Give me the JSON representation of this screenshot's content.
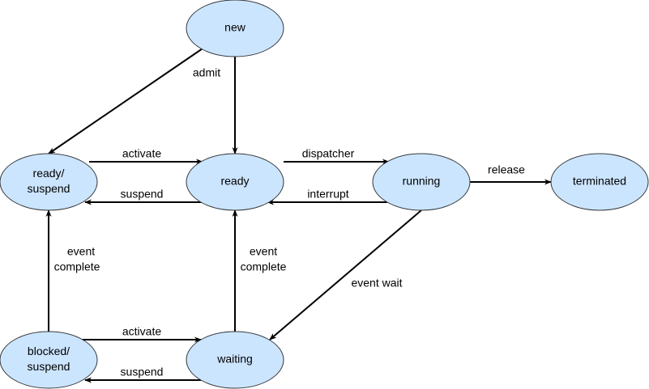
{
  "nodes": {
    "new": {
      "lines": [
        "new"
      ]
    },
    "ready": {
      "lines": [
        "ready"
      ]
    },
    "running": {
      "lines": [
        "running"
      ]
    },
    "terminated": {
      "lines": [
        "terminated"
      ]
    },
    "ready_suspend": {
      "lines": [
        "ready/",
        "suspend"
      ]
    },
    "waiting": {
      "lines": [
        "waiting"
      ]
    },
    "blocked_suspend": {
      "lines": [
        "blocked/",
        "suspend"
      ]
    }
  },
  "edges": [
    {
      "id": "new-to-ready-suspend",
      "from": "new",
      "to": "ready_suspend",
      "label": []
    },
    {
      "id": "admit",
      "from": "new",
      "to": "ready",
      "label": [
        "admit"
      ]
    },
    {
      "id": "activate-top",
      "from": "ready_suspend",
      "to": "ready",
      "label": [
        "activate"
      ]
    },
    {
      "id": "suspend-top",
      "from": "ready",
      "to": "ready_suspend",
      "label": [
        "suspend"
      ]
    },
    {
      "id": "dispatcher",
      "from": "ready",
      "to": "running",
      "label": [
        "dispatcher"
      ]
    },
    {
      "id": "interrupt",
      "from": "running",
      "to": "ready",
      "label": [
        "interrupt"
      ]
    },
    {
      "id": "release",
      "from": "running",
      "to": "terminated",
      "label": [
        "release"
      ]
    },
    {
      "id": "event-wait",
      "from": "running",
      "to": "waiting",
      "label": [
        "event wait"
      ]
    },
    {
      "id": "event-complete-left",
      "from": "blocked_suspend",
      "to": "ready_suspend",
      "label": [
        "event",
        "complete"
      ]
    },
    {
      "id": "event-complete-mid",
      "from": "waiting",
      "to": "ready",
      "label": [
        "event",
        "complete"
      ]
    },
    {
      "id": "activate-bottom",
      "from": "blocked_suspend",
      "to": "waiting",
      "label": [
        "activate"
      ]
    },
    {
      "id": "suspend-bottom",
      "from": "waiting",
      "to": "blocked_suspend",
      "label": [
        "suspend"
      ]
    }
  ],
  "colors": {
    "node_fill": "#cce5ff",
    "node_stroke": "#36393d",
    "edge": "#000000",
    "text": "#000000",
    "background": "#ffffff"
  }
}
